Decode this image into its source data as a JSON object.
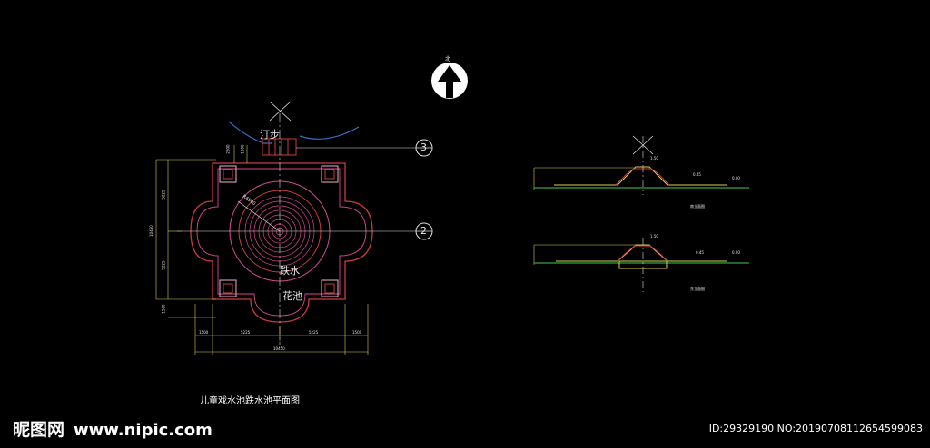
{
  "plan": {
    "title": "儿童戏水池跌水池平面图",
    "label_steps": "汀步",
    "label_cascade": "跌水",
    "label_flowerbed": "花池",
    "label_radius": "R4500",
    "label_north": "北",
    "section_marks": [
      "3",
      "2"
    ],
    "dim_top": [
      "2600",
      "1000"
    ],
    "dim_left": [
      "5225",
      "5225",
      "10450",
      "1500"
    ],
    "dim_bottom": [
      "1500",
      "5225",
      "5225",
      "1500"
    ],
    "dim_total": "10450"
  },
  "elevations": {
    "upper_label": "南立面图",
    "lower_label": "东立面图",
    "level_a": "1.50",
    "level_b": "0.45",
    "level_c": "0.00"
  },
  "watermark": {
    "logo": "昵图网",
    "site": "www.nipic.com",
    "id_text": "ID:29329190 NO:20190708112654599083"
  },
  "colors": {
    "background": "#000000",
    "outline_red": "#c83c3c",
    "inner_magenta": "#d24a8a",
    "axis_white": "#e0e0e0",
    "dim_yellow": "#d8d050",
    "water_blue": "#3c6ec8",
    "grass_green": "#3ca03c"
  }
}
